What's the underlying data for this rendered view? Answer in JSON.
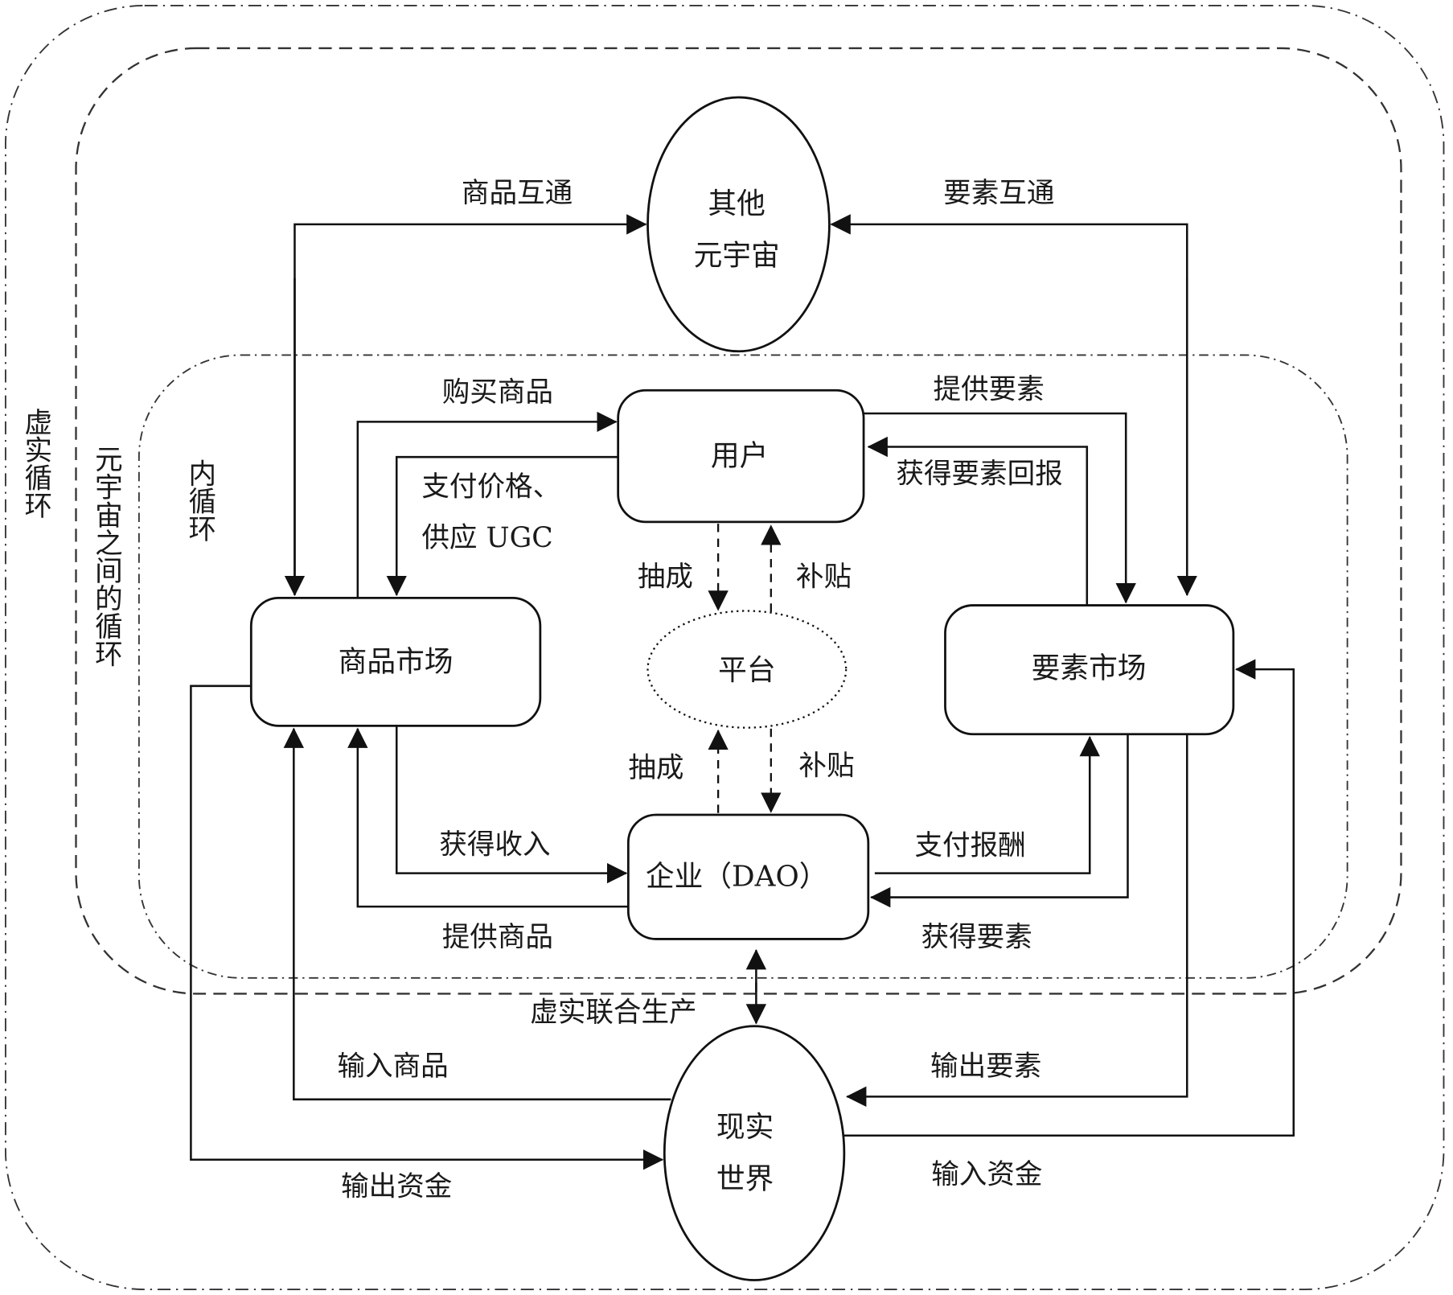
{
  "regions": {
    "outer": "虚实循环",
    "middle": "元宇宙之间的循环",
    "inner": "内循环"
  },
  "nodes": {
    "other_metaverse": [
      "其他",
      "元宇宙"
    ],
    "user": "用户",
    "platform": "平台",
    "goods_market": "商品市场",
    "factor_market": "要素市场",
    "enterprise": "企业（DAO）",
    "real_world": [
      "现实",
      "世界"
    ]
  },
  "edges": {
    "goods_interop": "商品互通",
    "factor_interop": "要素互通",
    "buy_goods": "购买商品",
    "pay_price": [
      "支付价格、",
      "供应 UGC"
    ],
    "provide_factors": "提供要素",
    "get_factor_return": "获得要素回报",
    "commission_user": "抽成",
    "subsidy_user": "补贴",
    "commission_ent": "抽成",
    "subsidy_ent": "补贴",
    "get_income": "获得收入",
    "provide_goods": "提供商品",
    "pay_reward": "支付报酬",
    "get_factors": "获得要素",
    "joint_production": "虚实联合生产",
    "import_goods": "输入商品",
    "export_factors": "输出要素",
    "export_funds": "输出资金",
    "import_funds": "输入资金"
  }
}
